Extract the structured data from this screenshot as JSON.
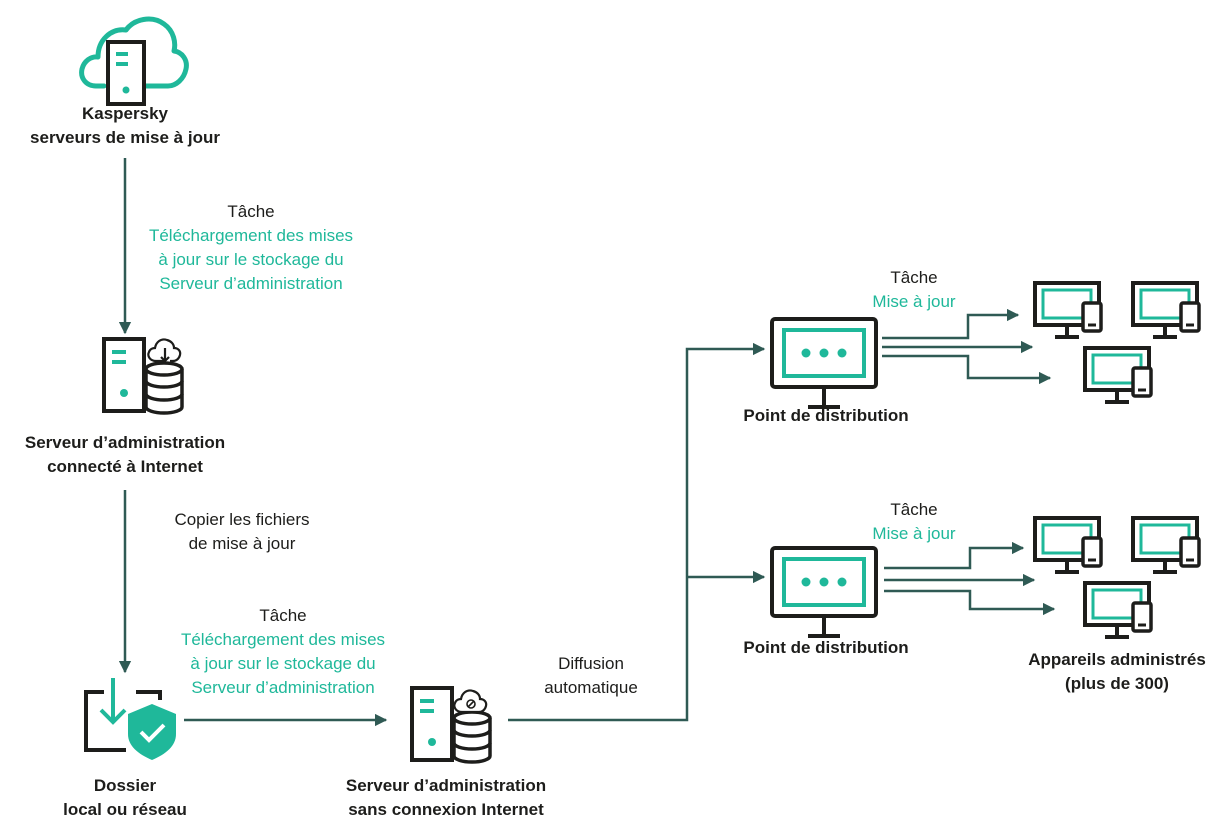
{
  "colors": {
    "line": "#2f5a54",
    "icon_dark": "#1d1d1b",
    "accent": "#1fb89a",
    "task_name": "#1fb89a"
  },
  "nodes": {
    "kaspersky": {
      "icon": "cloud-server-icon",
      "line1": "Kaspersky",
      "line2": "serveurs de mise à jour"
    },
    "online_server": {
      "icon": "server-database-download-icon",
      "line1": "Serveur d’administration",
      "line2": "connecté à Internet"
    },
    "folder": {
      "icon": "folder-shield-icon",
      "line1": "Dossier",
      "line2": "local ou réseau"
    },
    "offline_server": {
      "icon": "server-database-offline-icon",
      "line1": "Serveur d’administration",
      "line2": "sans connexion Internet"
    },
    "distribution_point_1": {
      "icon": "monitor-icon",
      "label": "Point de distribution"
    },
    "distribution_point_2": {
      "icon": "monitor-icon",
      "label": "Point de distribution"
    },
    "managed_devices": {
      "icon": "desktop-phone-icon",
      "line1": "Appareils administrés",
      "line2": "(plus de 300)"
    }
  },
  "edges": {
    "download_task_1": {
      "prefix": "Tâche",
      "name_line1": "Téléchargement des mises",
      "name_line2": "à jour sur le stockage du",
      "name_line3": "Serveur d’administration"
    },
    "copy_files": {
      "line1": "Copier les fichiers",
      "line2": "de mise à jour"
    },
    "download_task_2": {
      "prefix": "Tâche",
      "name_line1": "Téléchargement des mises",
      "name_line2": "à jour sur le stockage du",
      "name_line3": "Serveur d’administration"
    },
    "auto_distribution": {
      "line1": "Diffusion",
      "line2": "automatique"
    },
    "update_task_1": {
      "prefix": "Tâche",
      "name": "Mise à jour"
    },
    "update_task_2": {
      "prefix": "Tâche",
      "name": "Mise à jour"
    }
  }
}
